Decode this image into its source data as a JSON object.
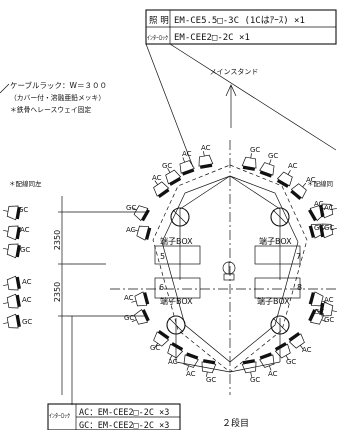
{
  "legend_top": {
    "row1_key": "照 明",
    "row1_value": "EM-CE5.5□-3C (1Cはｱｰｽ) ×1",
    "row2_key": "ｲﾝﾀｰﾛｯｸ",
    "row2_value": "EM-CEE2□-2C ×1"
  },
  "main_stand_label": "メインスタンド",
  "cable_rack_note": {
    "line1": "ケーブルラック：W＝３００",
    "line2": "（カバー付・溶融亜鉛メッキ）",
    "line3": "＊鉄骨へレースウェイ固定"
  },
  "wiring_same_left": "＊配線同左",
  "wiring_same_right": "＊配線同",
  "dimensions": [
    "2350",
    "2350"
  ],
  "terminal_box_label": "端子BOX",
  "numbers": [
    "5",
    "7",
    "6",
    "8"
  ],
  "ac_label": "AC",
  "gc_label": "GC",
  "legend_bottom": {
    "key": "ｲﾝﾀｰﾛｯｸ",
    "row1": "AC：EM-CEE2□-2C ×3",
    "row2": "GC：EM-CEE2□-2C ×3"
  },
  "stage_label": "２段目"
}
